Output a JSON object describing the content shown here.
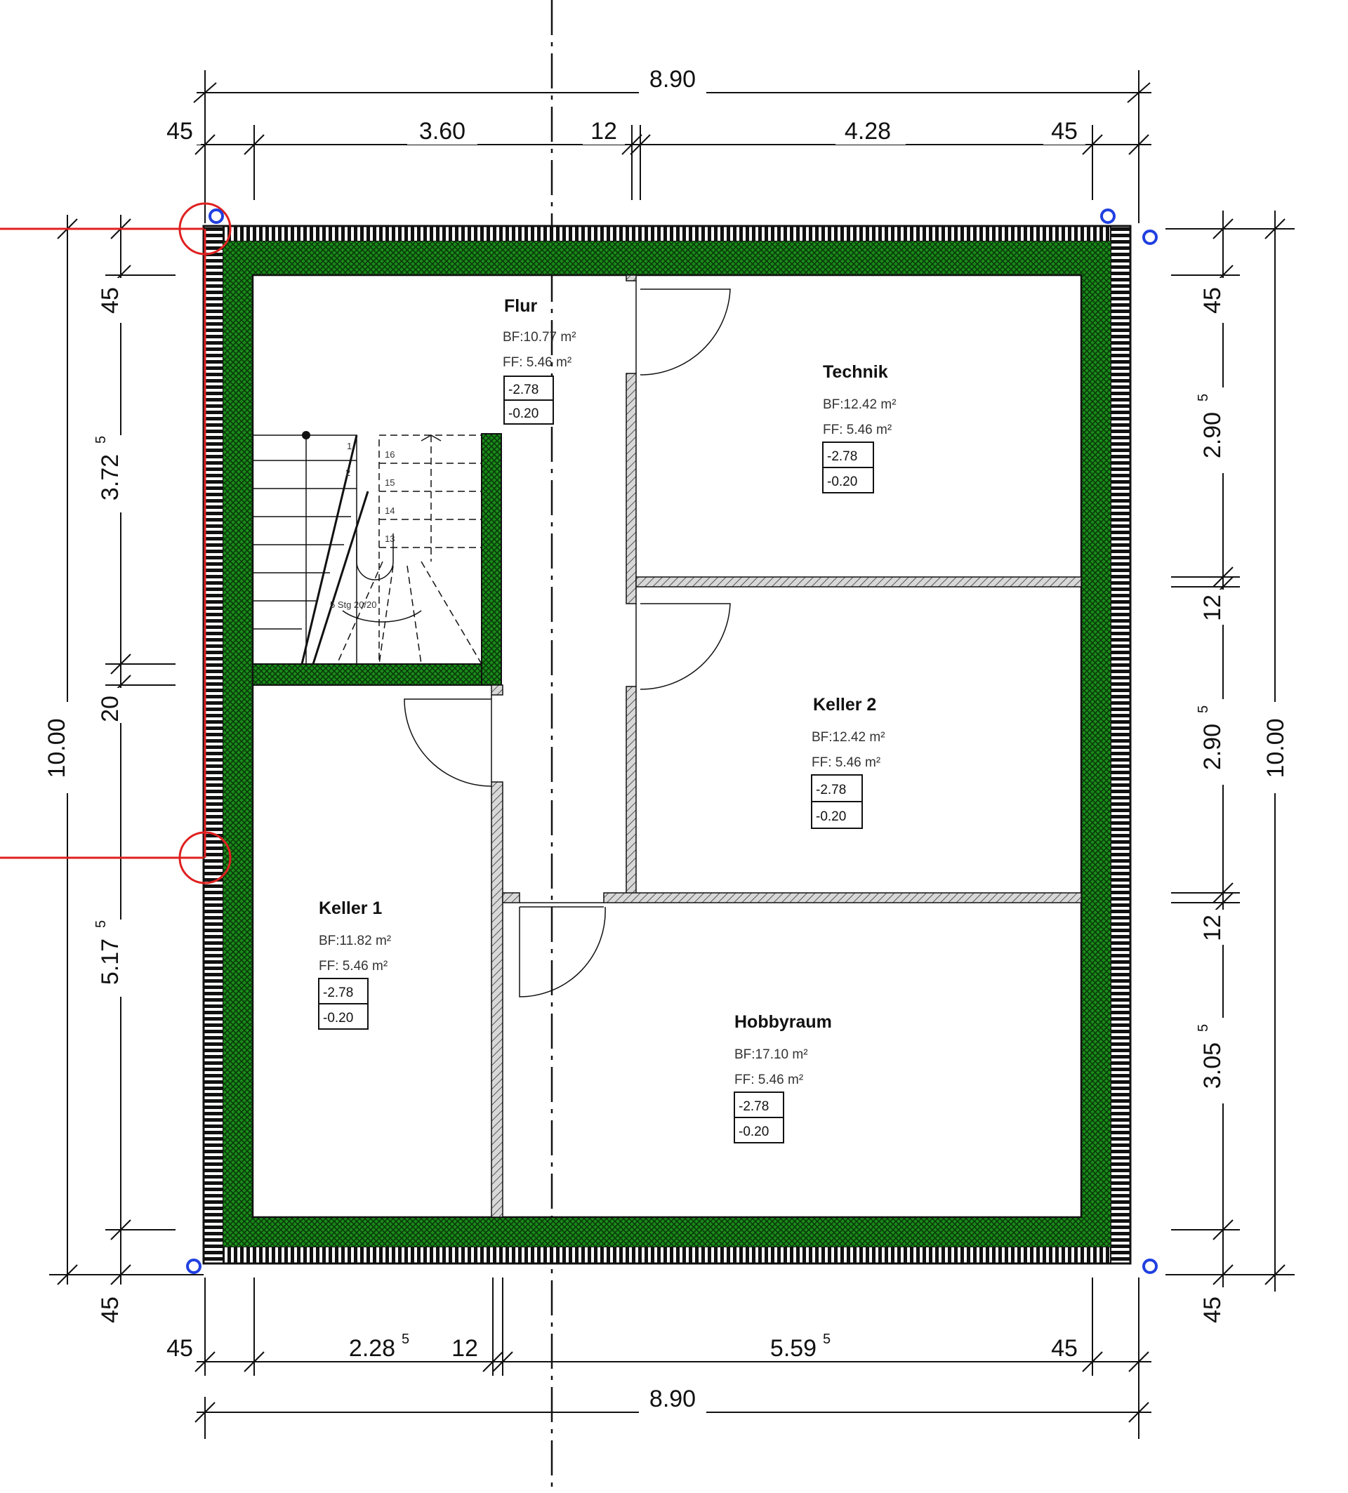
{
  "rooms": {
    "flur": {
      "name": "Flur",
      "bf": "BF:10.77 m²",
      "ff": "FF:  5.46 m²",
      "level_top": "-2.78",
      "level_bottom": "-0.20"
    },
    "technik": {
      "name": "Technik",
      "bf": "BF:12.42 m²",
      "ff": "FF:  5.46 m²",
      "level_top": "-2.78",
      "level_bottom": "-0.20"
    },
    "keller2": {
      "name": "Keller 2",
      "bf": "BF:12.42 m²",
      "ff": "FF:  5.46 m²",
      "level_top": "-2.78",
      "level_bottom": "-0.20"
    },
    "keller1": {
      "name": "Keller 1",
      "bf": "BF:11.82 m²",
      "ff": "FF:  5.46 m²",
      "level_top": "-2.78",
      "level_bottom": "-0.20"
    },
    "hobbyraum": {
      "name": "Hobbyraum",
      "bf": "BF:17.10 m²",
      "ff": "FF:  5.46 m²",
      "level_top": "-2.78",
      "level_bottom": "-0.20"
    }
  },
  "dimensions": {
    "top_total": "8.90",
    "top_segments": [
      "45",
      "3.60",
      "12",
      "4.28",
      "45"
    ],
    "bottom_total": "8.90",
    "bottom_segments": [
      "45",
      "2.28",
      "12",
      "5.59",
      "45"
    ],
    "bottom_segment_superscripts": {
      "2.28": "5",
      "5.59": "5"
    },
    "left_total": "10.00",
    "left_segments": [
      "45",
      "3.72",
      "20",
      "5.17",
      "45"
    ],
    "left_segment_superscripts": {
      "3.72": "5",
      "5.17": "5"
    },
    "right_total": "10.00",
    "right_segments": [
      "45",
      "2.90",
      "12",
      "2.90",
      "12",
      "3.05",
      "45"
    ],
    "right_segment_superscripts": {
      "2.90": "5",
      "3.05": "5"
    }
  },
  "stair": {
    "step_numbers": [
      "1",
      "2",
      "16",
      "15",
      "14",
      "13"
    ],
    "label": "5 Stg  20/20"
  },
  "colors": {
    "wall_green": "#1a8c1a",
    "wall_dark": "#0a3a0a",
    "hatch": "#777777",
    "marker_red": "#e02020",
    "marker_blue": "#2040e0"
  }
}
